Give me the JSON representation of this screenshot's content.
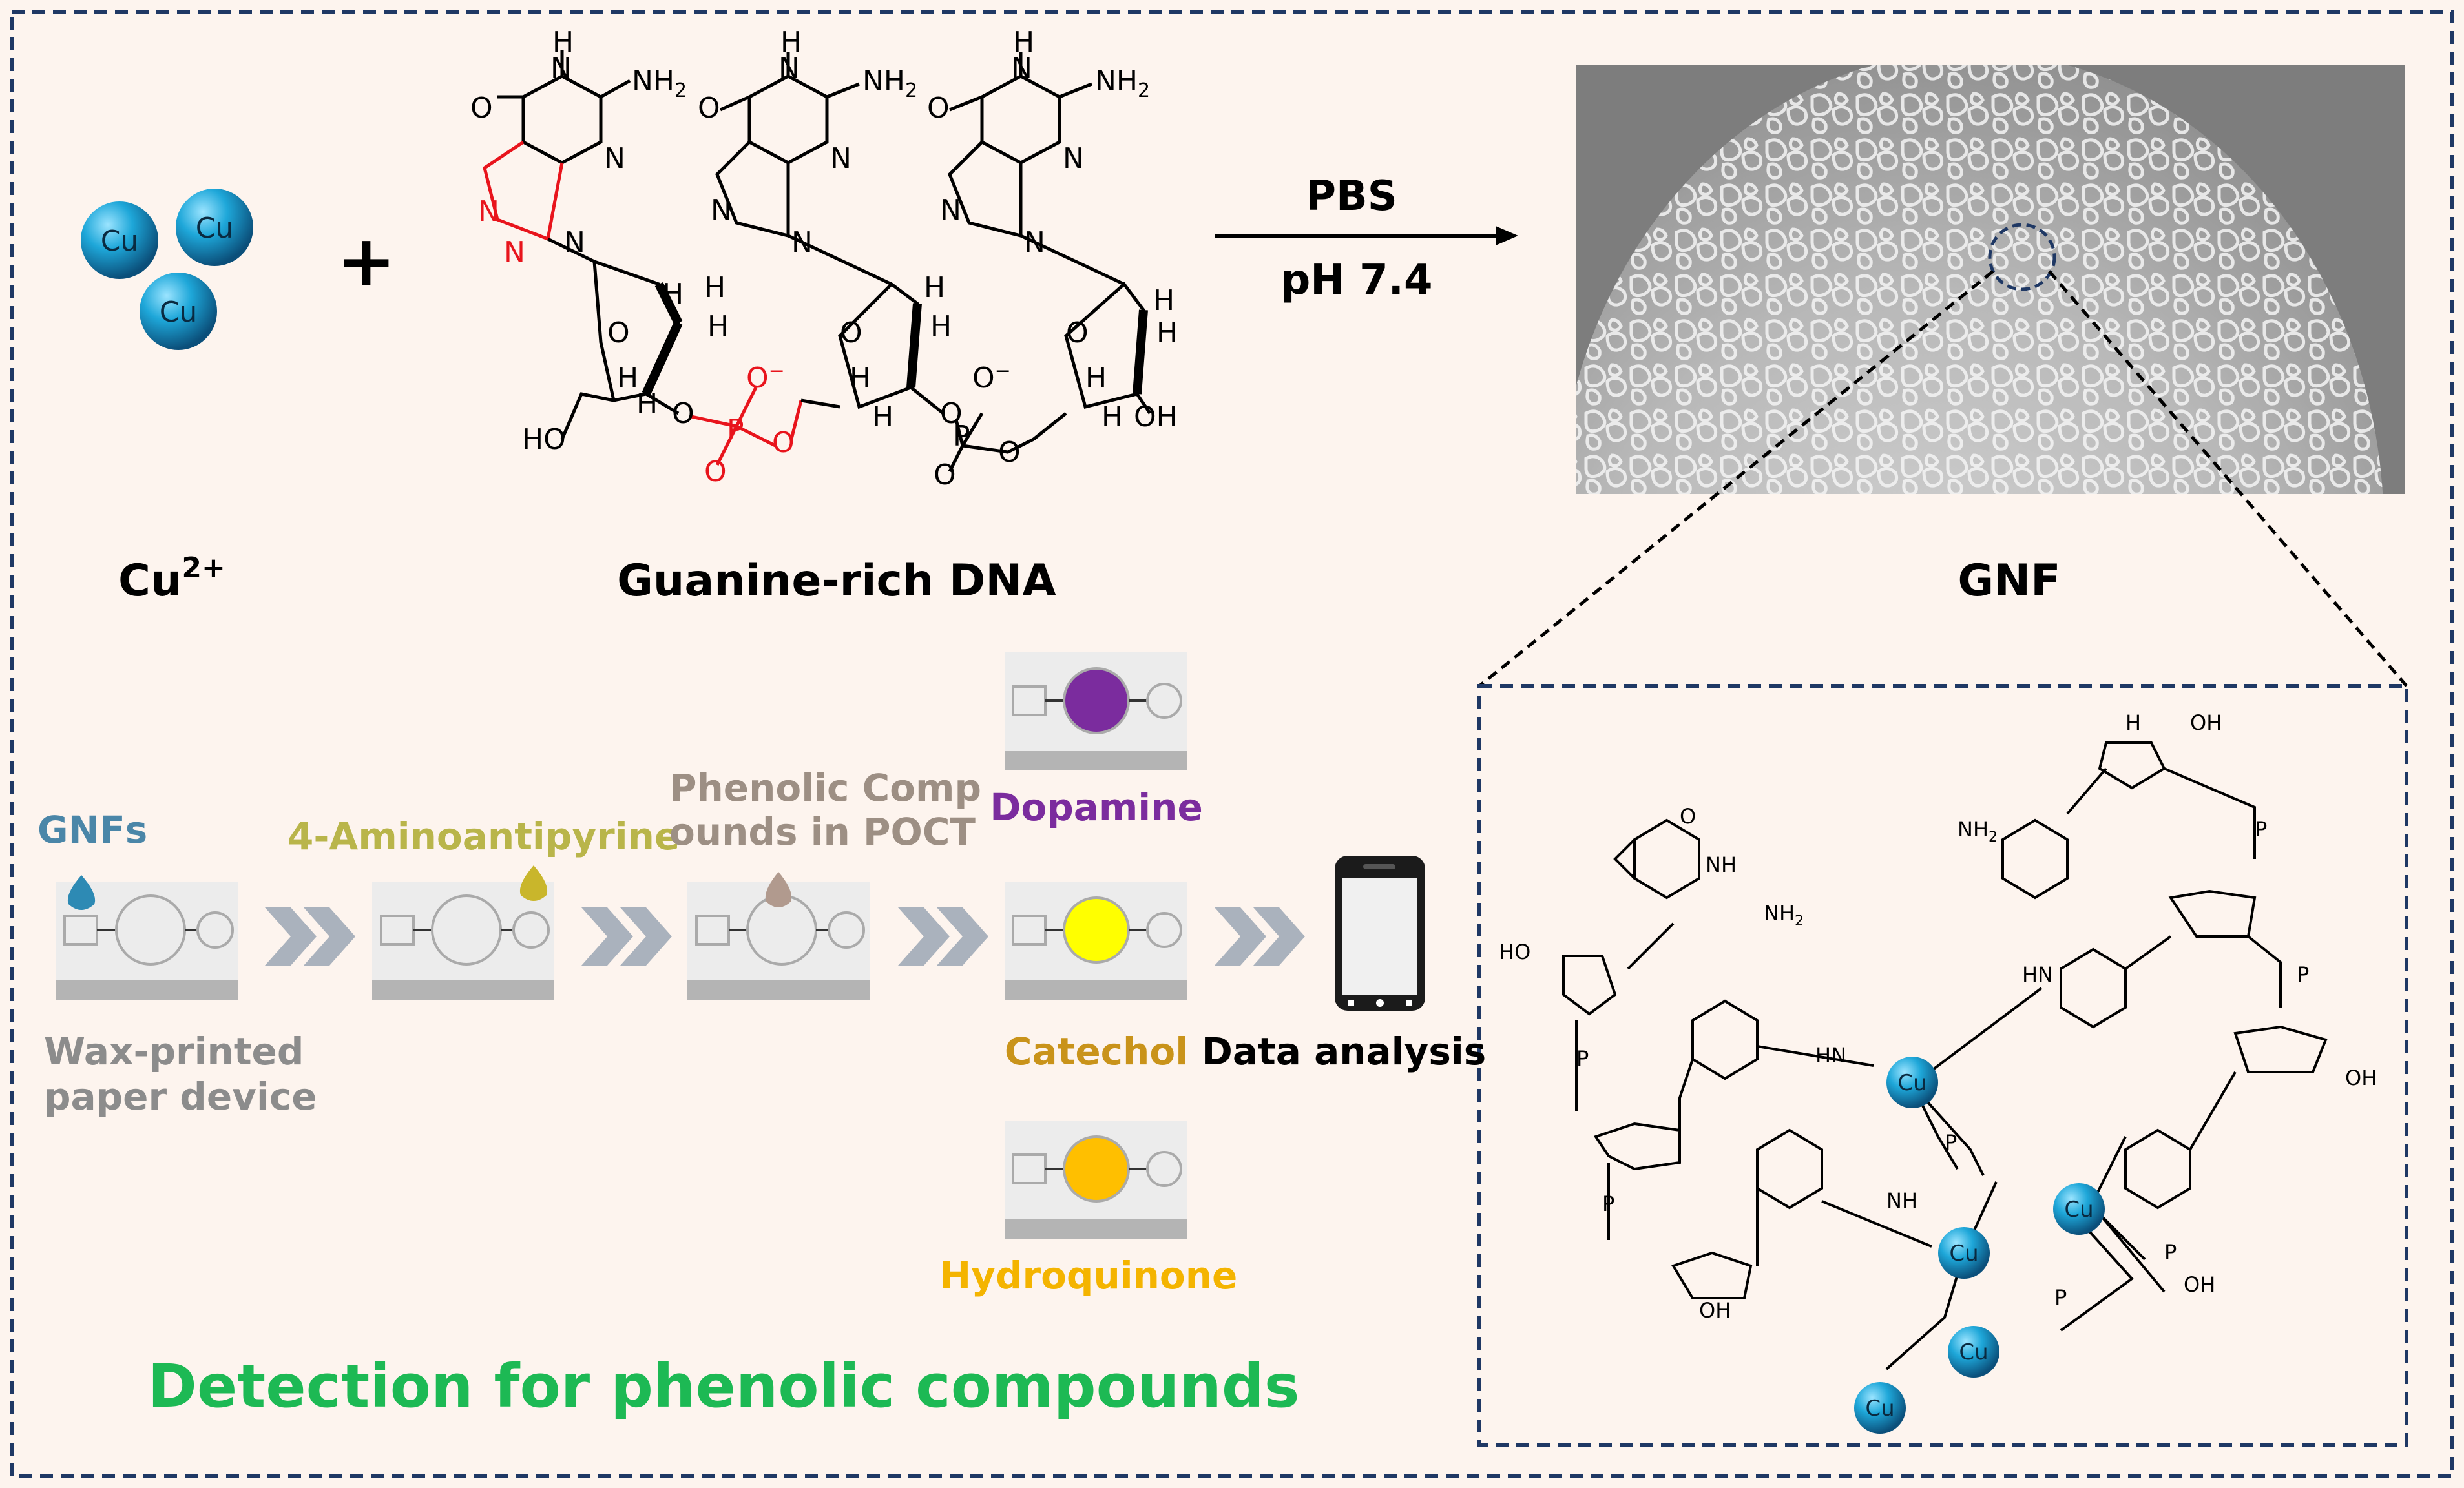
{
  "colors": {
    "background": "#fdf4ee",
    "border": "#1f3864",
    "copper": "#1ea7d9",
    "red_highlight": "#e8141c",
    "gnfs_label": "#4a86a8",
    "aminoantipyrine_label": "#b9b54a",
    "phenolic_label": "#9d8f84",
    "dopamine": "#7b2c9e",
    "catechol_label": "#c9931a",
    "catechol_spot": "#ffff00",
    "hydroquinone_label": "#f4b400",
    "hydroquinone_spot": "#ffbf00",
    "detection_title": "#1db954",
    "arrow_chevron": "#aab2bd",
    "gray_text": "#8c8c8c"
  },
  "top": {
    "cu_ion": "Cu",
    "cu_label": "Cu",
    "cu_charge": "2+",
    "plus": "+",
    "dna_label": "Guanine-rich DNA",
    "reaction_top": "PBS",
    "reaction_bottom": "pH 7.4",
    "gnf_label": "GNF"
  },
  "chem": {
    "N": "N",
    "H": "H",
    "O": "O",
    "P": "P",
    "NH2": "NH",
    "sub2": "2",
    "HO": "HO",
    "OH": "OH",
    "O_minus": "O",
    "minus": "−",
    "HN": "HN",
    "NH": "NH"
  },
  "workflow": {
    "step1_label": "GNFs",
    "step2_label": "4-Aminoantipyrine",
    "step3_label_line1": "Phenolic Comp",
    "step3_label_line2": "ounds in POCT",
    "device_caption_line1": "Wax-printed",
    "device_caption_line2": "paper device",
    "dopamine": "Dopamine",
    "catechol": "Catechol",
    "hydroquinone": "Hydroquinone",
    "data_analysis": "Data analysis",
    "detection_title": "Detection for phenolic compounds"
  },
  "icons": [
    "cu-sphere-icon",
    "drop-icon",
    "chevron-arrow-icon",
    "phone-icon",
    "reaction-arrow-icon"
  ]
}
